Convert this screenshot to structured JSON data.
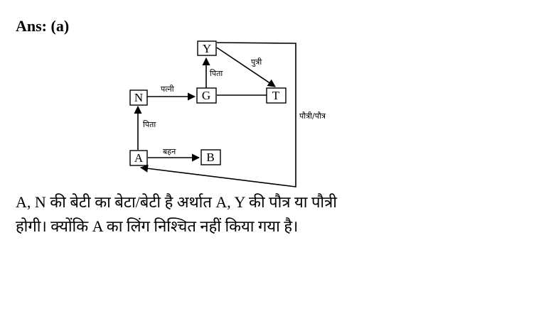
{
  "answer": {
    "label": "Ans: (a)"
  },
  "diagram": {
    "nodes": {
      "Y": "Y",
      "N": "N",
      "G": "G",
      "T": "T",
      "A": "A",
      "B": "B"
    },
    "edges": {
      "N_G": "पत्नी",
      "G_Y": "पिता",
      "Y_T": "पुत्री",
      "A_N": "पिता",
      "A_B": "बहन",
      "Y_A": "पौत्री/पौत्र"
    }
  },
  "explanation": {
    "line1": "A, N की बेटी का बेटा/बेटी है अर्थात A, Y की पौत्र या पौत्री",
    "line2": "होगी। क्योंकि A का लिंग निश्चित नहीं किया गया है।"
  }
}
